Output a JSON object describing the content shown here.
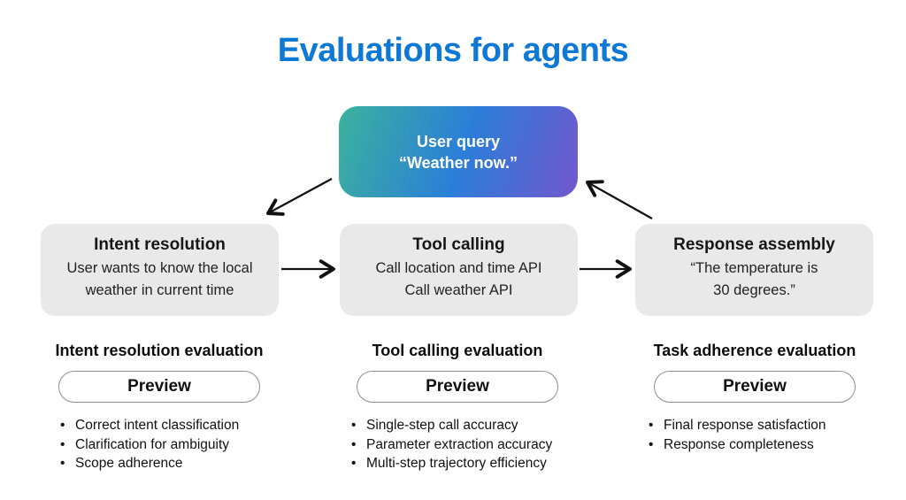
{
  "title": "Evaluations for agents",
  "colors": {
    "title_blue": "#0E78D5",
    "stage_box_gray": "#E9E9E9",
    "user_query_gradient_teal": "#3CB29D",
    "user_query_gradient_blue": "#2B7ED8",
    "user_query_gradient_purple": "#7257CD",
    "arrow_black": "#111111"
  },
  "flow": {
    "user_query": {
      "lines": [
        "User query",
        "“Weather now.”"
      ]
    },
    "stages": [
      {
        "title": "Intent resolution",
        "lines": [
          "User wants to know the local",
          "weather in current time"
        ]
      },
      {
        "title": "Tool calling",
        "lines": [
          "Call location and time API",
          "Call weather API"
        ]
      },
      {
        "title": "Response assembly",
        "lines": [
          "“The temperature is",
          "30 degrees.”"
        ]
      }
    ]
  },
  "evaluations": [
    {
      "title": "Intent resolution evaluation",
      "badge": "Preview",
      "bullets": [
        "Correct intent classification",
        "Clarification for ambiguity",
        "Scope adherence"
      ]
    },
    {
      "title": "Tool calling evaluation",
      "badge": "Preview",
      "bullets": [
        "Single-step call accuracy",
        "Parameter extraction accuracy",
        "Multi-step trajectory efficiency"
      ]
    },
    {
      "title": "Task adherence evaluation",
      "badge": "Preview",
      "bullets": [
        "Final response satisfaction",
        "Response completeness"
      ]
    }
  ]
}
